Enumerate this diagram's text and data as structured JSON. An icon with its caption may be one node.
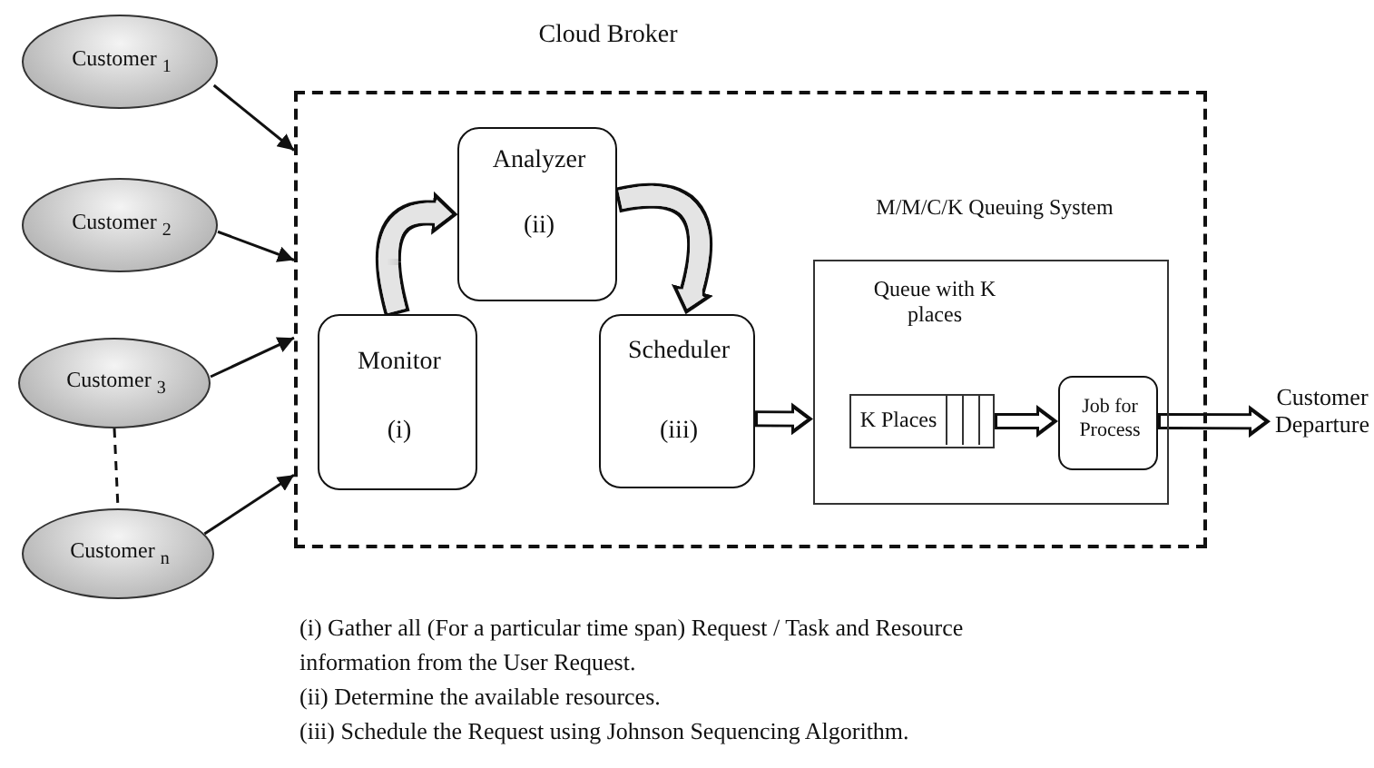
{
  "diagram": {
    "nodes": [
      {
        "text": [
          "Customer $_{1}$"
        ]
      },
      {
        "text": [
          "Customer $_{2}$"
        ]
      },
      {
        "text": [
          "Customer $_{3}$"
        ]
      },
      {
        "text": [
          "Customer $_{n}$"
        ]
      },
      {
        "text": [
          "Cloud Broker"
        ]
      },
      {
        "text": [
          "Analyzer",
          "(ii)"
        ],
        "in": 4
      },
      {
        "text": [
          "Monitor",
          "(i)"
        ],
        "in": 4
      },
      {
        "text": [
          "Scheduler",
          "(iii)"
        ],
        "in": 4
      },
      {
        "text": [
          "M/M/C/K Queuing System",
          "Queue with K places"
        ],
        "in": 4
      },
      {
        "text": [
          "K Places"
        ],
        "in": 8
      },
      {
        "text": [
          "Job for Process"
        ],
        "in": 8
      },
      {
        "text": [
          "Customer Departure"
        ]
      }
    ],
    "edges": [
      {
        "from": 0,
        "to": 4,
        "arrow": "to"
      },
      {
        "from": 1,
        "to": 4,
        "arrow": "to"
      },
      {
        "from": 2,
        "to": 4,
        "arrow": "to"
      },
      {
        "from": 3,
        "to": 4,
        "arrow": "to"
      },
      {
        "from": 2,
        "to": 3,
        "arrow": "none",
        "style": "dashed"
      },
      {
        "from": 6,
        "to": 5,
        "arrow": "to",
        "style": "thick"
      },
      {
        "from": 5,
        "to": 7,
        "arrow": "to",
        "style": "thick"
      },
      {
        "from": 7,
        "to": 8,
        "arrow": "to",
        "style": "thick"
      },
      {
        "from": 9,
        "to": 10,
        "arrow": "to",
        "style": "thick"
      },
      {
        "from": 10,
        "to": 11,
        "arrow": "to",
        "style": "thick"
      }
    ],
    "labels": [
      "(i) Gather all (For a particular time span) Request / Task and Resource information from the User Request.",
      "(ii) Determine the available resources.",
      "(iii) Schedule the Request using Johnson Sequencing Algorithm."
    ]
  }
}
